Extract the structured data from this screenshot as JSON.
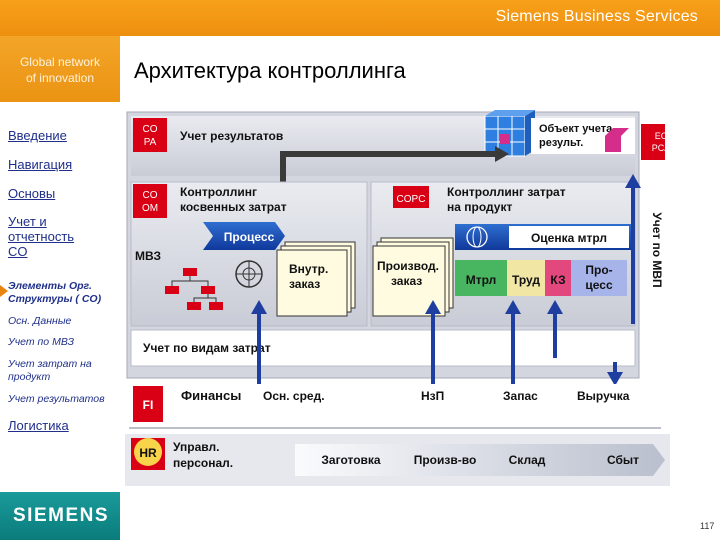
{
  "header": {
    "brand": "Siemens Business Services"
  },
  "sidebar": {
    "tagline_line1": "Global network",
    "tagline_line2": "of innovation",
    "items": [
      {
        "label": "Введение"
      },
      {
        "label": "Навигация"
      },
      {
        "label": "Основы"
      },
      {
        "label_lines": [
          "Учет и",
          "отчетность",
          "CO"
        ]
      },
      {
        "label_lines": [
          "Элементы Орг.",
          "Структуры ( CO)"
        ]
      },
      {
        "label": "Осн. Данные"
      },
      {
        "label": "Учет по МВЗ"
      },
      {
        "label_lines": [
          "Учет затрат на",
          "продукт"
        ]
      },
      {
        "label": "Учет результатов"
      },
      {
        "label": "Логистика"
      }
    ],
    "logo": "SIEMENS"
  },
  "page": {
    "title": "Архитектура контроллинга",
    "slide_number": "117"
  },
  "diagram": {
    "co_pa_lines": [
      "CO",
      "PA"
    ],
    "results_title": "Учет результатов",
    "object_lines": [
      "Объект учета",
      "результ."
    ],
    "ec_pca_lines": [
      "EC",
      "PCA"
    ],
    "co_om_lines": [
      "CO",
      "OM"
    ],
    "indirect_lines": [
      "Контроллинг",
      "косвенных затрат"
    ],
    "copc": "COPC",
    "product_lines": [
      "Контроллинг затрат",
      "на продукт"
    ],
    "process": "Процесс",
    "mvz": "МВЗ",
    "internal_lines": [
      "Внутр.",
      "заказ"
    ],
    "production_lines": [
      "Производ.",
      "заказ"
    ],
    "material_eval": "Оценка мтрл",
    "cost_items": [
      "Мтрл",
      "Труд",
      "КЗ"
    ],
    "process_cost_lines": [
      "Про-",
      "цесс"
    ],
    "mvp": "Учет по МВП",
    "cost_types": "Учет по видам затрат",
    "fi": "FI",
    "finance": "Финансы",
    "finance_items": [
      "Осн. сред.",
      "НзП",
      "Запас",
      "Выручка"
    ],
    "hr": "HR",
    "hr_lines": [
      "Управл.",
      "персонал."
    ],
    "logistics": [
      "Заготовка",
      "Произв-во",
      "Склад",
      "Сбыт"
    ]
  }
}
